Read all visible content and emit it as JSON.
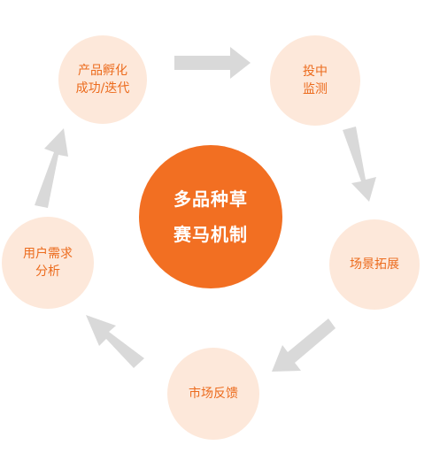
{
  "center": {
    "line1": "多品种草",
    "line2": "赛马机制"
  },
  "nodes": [
    {
      "id": "incubation",
      "line1": "产品孵化",
      "line2": "成功/迭代"
    },
    {
      "id": "launch",
      "line1": "投中",
      "line2": "监测"
    },
    {
      "id": "scene",
      "line1": "场景拓展",
      "line2": ""
    },
    {
      "id": "feedback",
      "line1": "市场反馈",
      "line2": ""
    },
    {
      "id": "analysis",
      "line1": "用户需求",
      "line2": "分析"
    }
  ],
  "colors": {
    "center_fill": "#f26f22",
    "node_fill": "#fde8da",
    "node_text": "#ec6b1d",
    "arrow": "#d9d9d9"
  }
}
